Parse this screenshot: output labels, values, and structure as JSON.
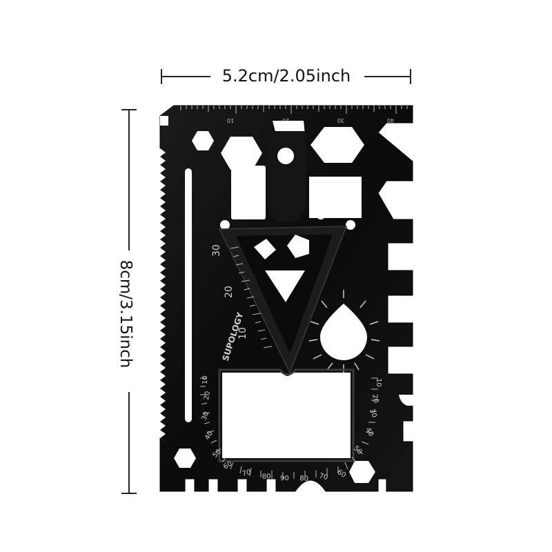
{
  "dimensions": {
    "width_label": "5.2cm/2.05inch",
    "height_label": "8cm/3.15inch"
  },
  "tool": {
    "brand": "SUPOLOGY",
    "colors": {
      "body": "#0e0e0e",
      "bevel": "#2a2a2a",
      "background": "#ffffff"
    },
    "top_ruler_labels": [
      "10",
      "20",
      "30",
      "40"
    ],
    "side_ruler_labels": [
      "10",
      "20",
      "30"
    ],
    "protractor_left_labels": [
      "10",
      "20",
      "30",
      "40",
      "50",
      "60",
      "70",
      "80",
      "90"
    ],
    "protractor_right_labels": [
      "10",
      "20",
      "30",
      "40",
      "50",
      "60",
      "70",
      "80"
    ]
  }
}
